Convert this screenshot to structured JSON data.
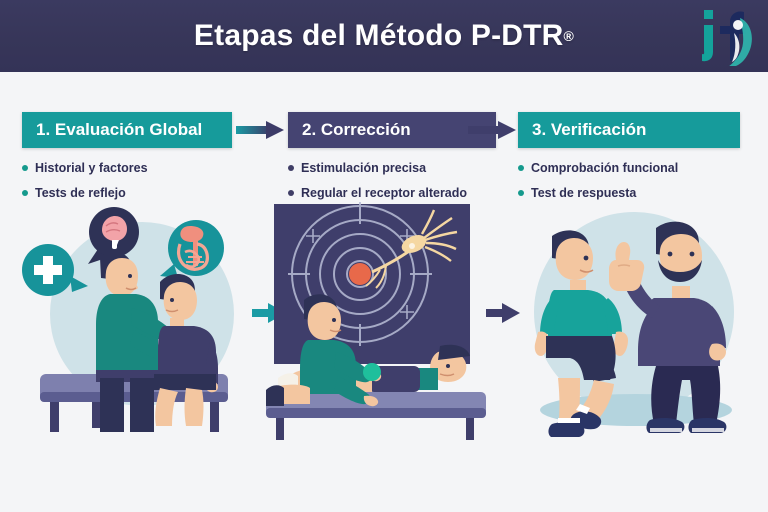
{
  "header": {
    "title_main": "Etapas del Método P-DTR",
    "title_trademark": "®",
    "logo_text": "jf",
    "bg_color": "#373659"
  },
  "steps": [
    {
      "id": "step-1",
      "label": "1. Evaluación Global",
      "box_color": "#169b9b",
      "bullet_color": "#159a8d",
      "bullets": [
        "Historial y factores",
        "Tests de reflejo"
      ],
      "illustration": "therapist-evaluating-seated-patient",
      "illustration_icons": [
        "brain-icon",
        "medical-cross-icon",
        "digestive-organs-icon"
      ]
    },
    {
      "id": "step-2",
      "label": "2. Corrección",
      "box_color": "#454472",
      "bullet_color": "#3f3e66",
      "bullets": [
        "Estimulación precisa",
        "Regular el receptor alterado"
      ],
      "illustration": "therapist-treating-lying-patient",
      "illustration_icons": [
        "target-rings-icon",
        "neuron-icon",
        "receptor-point-icon"
      ]
    },
    {
      "id": "step-3",
      "label": "3. Verificación",
      "box_color": "#169b9b",
      "bullet_color": "#159a8d",
      "bullets": [
        "Comprobación funcional",
        "Test de respuesta"
      ],
      "illustration": "patient-knee-raise-with-therapist-thumbs-up",
      "illustration_icons": [
        "thumbs-up-icon"
      ]
    }
  ],
  "connectors": [
    {
      "id": "header-arrow-1-to-2",
      "style": "teal-to-navy-gradient"
    },
    {
      "id": "header-arrow-2-to-3",
      "style": "navy"
    },
    {
      "id": "panel-arrow-1-to-2",
      "style": "teal"
    },
    {
      "id": "panel-arrow-2-to-3",
      "style": "navy"
    }
  ],
  "palette": {
    "background": "#f4f5f7",
    "teal": "#169b9b",
    "navy": "#454472",
    "text_dark": "#2f2f55",
    "white": "#ffffff",
    "accent_orange": "#e8694a",
    "skin": "#f3c6a0",
    "panel_circle": "#cfe2e8"
  }
}
